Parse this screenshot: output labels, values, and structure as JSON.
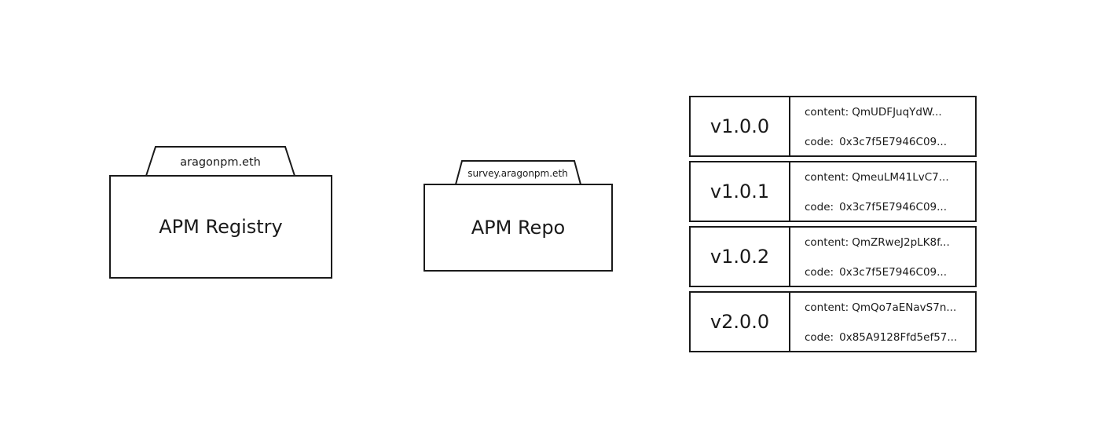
{
  "registry": {
    "tab_label": "aragonpm.eth",
    "title": "APM Registry"
  },
  "repo": {
    "tab_label": "survey.aragonpm.eth",
    "title": "APM Repo"
  },
  "labels": {
    "content": "content:",
    "code": "code:"
  },
  "versions": [
    {
      "name": "v1.0.0",
      "content": "QmUDFJuqYdW...",
      "code": "0x3c7f5E7946C09..."
    },
    {
      "name": "v1.0.1",
      "content": "QmeuLM41LvC7...",
      "code": "0x3c7f5E7946C09..."
    },
    {
      "name": "v1.0.2",
      "content": "QmZRweJ2pLK8f...",
      "code": "0x3c7f5E7946C09..."
    },
    {
      "name": "v2.0.0",
      "content": "QmQo7aENavS7n...",
      "code": "0x85A9128Ffd5ef57..."
    }
  ]
}
